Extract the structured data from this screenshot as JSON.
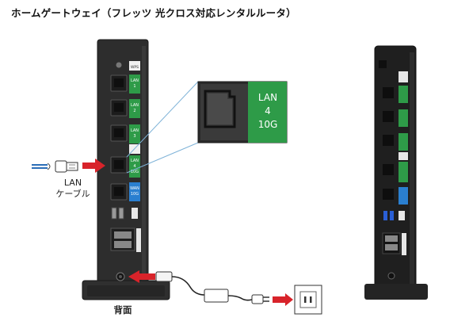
{
  "title": "ホームゲートウェイ（フレッツ 光クロス対応レンタルルータ）",
  "cable_caption_1": "LAN",
  "cable_caption_2": "ケーブル",
  "back_caption": "背面",
  "ports": {
    "wps": "WPS",
    "lan1": [
      "LAN",
      "1"
    ],
    "lan2": [
      "LAN",
      "2"
    ],
    "lan3": [
      "LAN",
      "3"
    ],
    "lan4": [
      "LAN",
      "4",
      "10G"
    ],
    "wan": [
      "WAN",
      "10G"
    ]
  },
  "zoom_label": [
    "LAN",
    "4",
    "10G"
  ],
  "colors": {
    "lan_green": "#2e9b48",
    "wan_blue": "#2a7fd0",
    "arrow_red": "#d8232a",
    "device_body": "#2d2d2d",
    "zoom_line": "#7fb3d8"
  }
}
